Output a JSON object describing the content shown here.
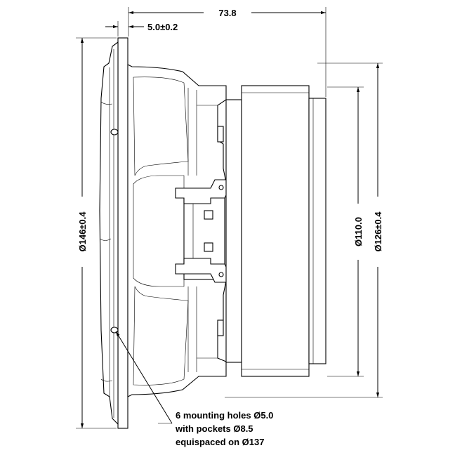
{
  "dimensions": {
    "overall_depth": "73.8",
    "flange_thickness": "5.0±0.2",
    "outer_diameter": "Ø146±0.4",
    "magnet_diameter": "Ø110.0",
    "rear_diameter": "Ø126±0.4"
  },
  "note": {
    "line1": "6 mounting holes Ø5.0",
    "line2": "with pockets Ø8.5",
    "line3": "equispaced on Ø137"
  }
}
